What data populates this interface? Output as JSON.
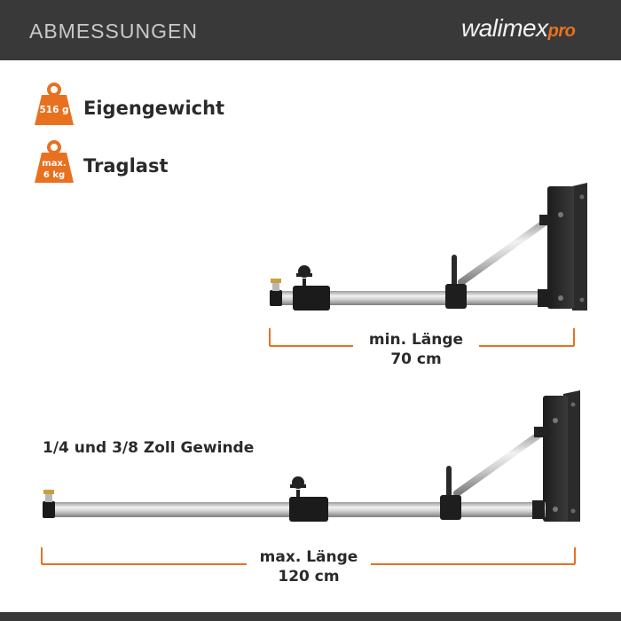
{
  "header": {
    "title": "ABMESSUNGEN",
    "brand_main": "walimex",
    "brand_suffix": "pro"
  },
  "specs": [
    {
      "icon": "weight-icon",
      "icon_text_line1": "516 g",
      "icon_text_line2": "",
      "label": "Eigengewicht"
    },
    {
      "icon": "weight-icon",
      "icon_text_line1": "max.",
      "icon_text_line2": "6 kg",
      "label": "Traglast"
    }
  ],
  "min_length": {
    "label": "min. Länge",
    "value": "70 cm"
  },
  "max_length": {
    "label": "max. Länge",
    "value": "120 cm"
  },
  "thread_label": "1/4 und 3/8 Zoll Gewinde",
  "colors": {
    "accent": "#e8711f",
    "header_bg": "#393939",
    "text": "#2a2a2a"
  }
}
